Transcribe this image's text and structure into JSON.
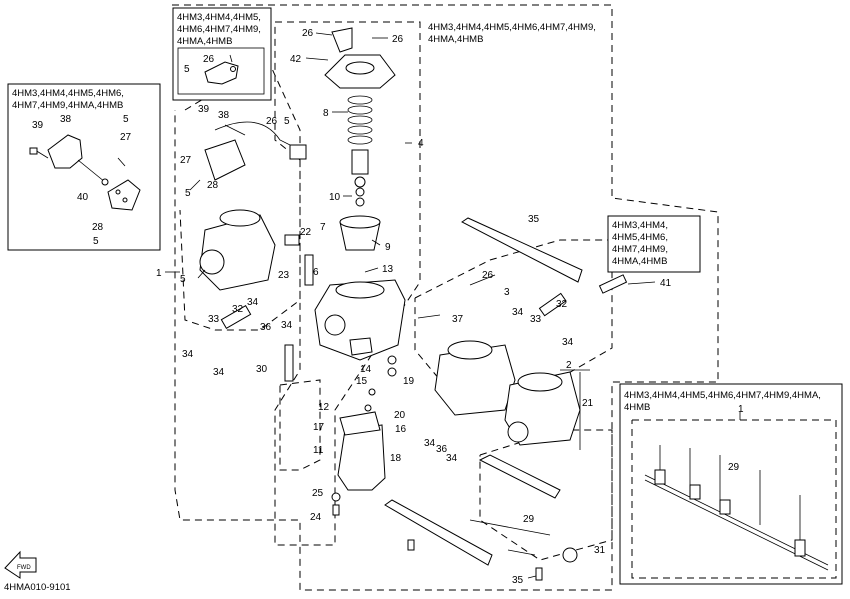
{
  "diagram_code": "4HMA010-9101",
  "fwd_label": "FWD",
  "model_groups": {
    "top_small": [
      "4HM3,4HM4,4HM5,",
      "4HM6,4HM7,4HM9,",
      "4HMA,4HMB"
    ],
    "top_wide": [
      "4HM3,4HM4,4HM5,4HM6,4HM7,4HM9,",
      "4HMA,4HMB"
    ],
    "left": [
      "4HM3,4HM4,4HM5,4HM6,",
      "4HM7,4HM9,4HMA,4HMB"
    ],
    "right": [
      "4HM3,4HM4,",
      "4HM5,4HM6,",
      "4HM7,4HM9,",
      "4HMA,4HMB"
    ],
    "bottom_right": [
      "4HM3,4HM4,4HM5,4HM6,4HM7,4HM9,4HMA,",
      "4HMB"
    ]
  },
  "callouts": {
    "c26a": "26",
    "c26b": "26",
    "c42": "42",
    "c8": "8",
    "c4": "4",
    "c10": "10",
    "c7": "7",
    "c9": "9",
    "c22": "22",
    "c6": "6",
    "c13": "13",
    "c23": "23",
    "c26c": "26",
    "c3": "3",
    "c35a": "35",
    "c41": "41",
    "c32a": "32",
    "c32b": "32",
    "c33a": "33",
    "c33b": "33",
    "c34a": "34",
    "c34b": "34",
    "c34c": "34",
    "c34d": "34",
    "c34e": "34",
    "c34f": "34",
    "c34g": "34",
    "c34h": "34",
    "c36a": "36",
    "c36b": "36",
    "c37": "37",
    "c30": "30",
    "c14": "14",
    "c15": "15",
    "c12": "12",
    "c19": "19",
    "c20": "20",
    "c16": "16",
    "c17": "17",
    "c11": "11",
    "c18": "18",
    "c25": "25",
    "c24": "24",
    "c2": "2",
    "c21": "21",
    "c1a": "1",
    "c5a": "5",
    "c1b": "1",
    "c29a": "29",
    "c29b": "29",
    "c31": "31",
    "c35b": "35",
    "c39a": "39",
    "c38a": "38",
    "c39b": "39",
    "c38b": "38",
    "c27a": "27",
    "c27b": "27",
    "c5b": "5",
    "c5c": "5",
    "c5d": "5",
    "c5e": "5",
    "c5f": "5",
    "c28a": "28",
    "c28b": "28",
    "c40": "40",
    "c26d": "26",
    "c26e": "26"
  }
}
